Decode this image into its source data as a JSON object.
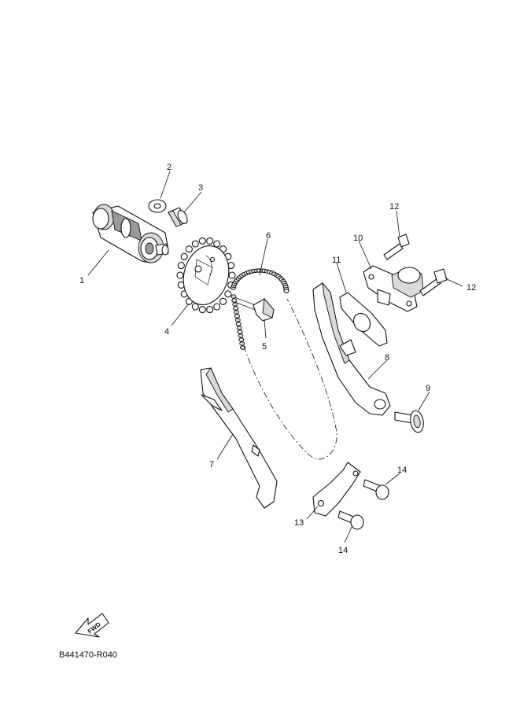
{
  "diagram_code": "B441470-R040",
  "fwd_label": "FWD",
  "callouts": [
    "1",
    "2",
    "3",
    "4",
    "5",
    "6",
    "7",
    "8",
    "9",
    "10",
    "11",
    "12",
    "12",
    "13",
    "14",
    "14"
  ],
  "parts": [
    {
      "ref": "1",
      "name": "camshaft-icon"
    },
    {
      "ref": "2",
      "name": "washer-icon"
    },
    {
      "ref": "3",
      "name": "bolt-icon"
    },
    {
      "ref": "4",
      "name": "cam-sprocket-icon"
    },
    {
      "ref": "5",
      "name": "sprocket-bolt-icon"
    },
    {
      "ref": "6",
      "name": "timing-chain-icon"
    },
    {
      "ref": "7",
      "name": "chain-guide-icon"
    },
    {
      "ref": "8",
      "name": "tensioner-guide-icon"
    },
    {
      "ref": "9",
      "name": "guide-bolt-icon"
    },
    {
      "ref": "10",
      "name": "chain-tensioner-icon"
    },
    {
      "ref": "11",
      "name": "gasket-icon"
    },
    {
      "ref": "12",
      "name": "tensioner-bolt-icon"
    },
    {
      "ref": "13",
      "name": "bracket-icon"
    },
    {
      "ref": "14",
      "name": "socket-bolt-icon"
    }
  ]
}
